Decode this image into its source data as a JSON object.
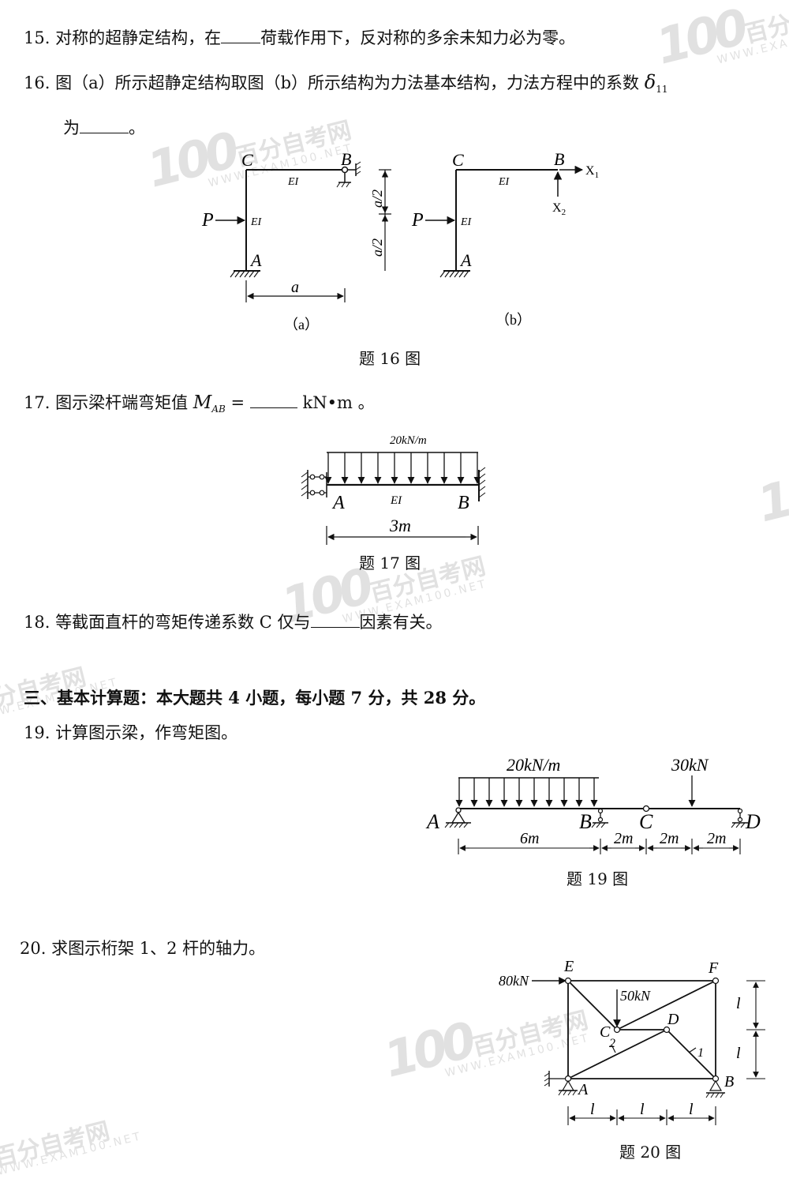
{
  "watermark": {
    "logo": "100",
    "brand": "百分自考网",
    "url": "WWW.EXAM100.NET"
  },
  "q15": {
    "number": "15.",
    "text_before": "对称的超静定结构，在",
    "text_after": "荷载作用下，反对称的多余未知力必为零。"
  },
  "q16": {
    "number": "16.",
    "text": "图（a）所示超静定结构取图（b）所示结构为力法基本结构，力法方程中的系数",
    "coef": "δ",
    "coef_sub": "11",
    "line2_before": "为",
    "line2_after": "。",
    "fig_a": {
      "label_C": "C",
      "label_B": "B",
      "label_A": "A",
      "label_P": "P",
      "ei_top": "EI",
      "ei_left": "EI",
      "dim_top": "a/2",
      "dim_bottom": "a/2",
      "dim_a": "a",
      "sub_caption": "（a）"
    },
    "fig_b": {
      "label_C": "C",
      "label_B": "B",
      "label_A": "A",
      "label_P": "P",
      "ei_top": "EI",
      "ei_left": "EI",
      "x1": "X",
      "x1_sub": "1",
      "x2": "X",
      "x2_sub": "2",
      "sub_caption": "（b）"
    },
    "caption": "题 16 图"
  },
  "q17": {
    "number": "17.",
    "text_before": "图示梁杆端弯矩值",
    "symbol": "M",
    "symbol_sub": "AB",
    "equals": "=",
    "unit": "kN•m",
    "end": "。",
    "figure": {
      "load": "20kN/m",
      "label_A": "A",
      "label_B": "B",
      "ei": "EI",
      "span": "3m"
    },
    "caption": "题 17 图"
  },
  "q18": {
    "number": "18.",
    "text_before": "等截面直杆的弯矩传递系数 C 仅与",
    "text_after": "因素有关。"
  },
  "section3": {
    "heading": "三、基本计算题：本大题共 4 小题，每小题 7 分，共 28 分。"
  },
  "q19": {
    "number": "19.",
    "text": "计算图示梁，作弯矩图。",
    "figure": {
      "load_dist": "20kN/m",
      "load_point": "30kN",
      "label_A": "A",
      "label_B": "B",
      "label_C": "C",
      "label_D": "D",
      "dims": [
        "6m",
        "2m",
        "2m",
        "2m"
      ]
    },
    "caption": "题 19 图"
  },
  "q20": {
    "number": "20.",
    "text": "求图示桁架 1、2 杆的轴力。",
    "figure": {
      "load_h": "80kN",
      "load_v": "50kN",
      "label_E": "E",
      "label_F": "F",
      "label_C": "C",
      "label_D": "D",
      "label_A": "A",
      "label_B": "B",
      "bar1": "1",
      "bar2": "2",
      "dim_l": [
        "l",
        "l",
        "l"
      ],
      "dim_v": [
        "l",
        "l"
      ]
    },
    "caption": "题 20 图"
  }
}
